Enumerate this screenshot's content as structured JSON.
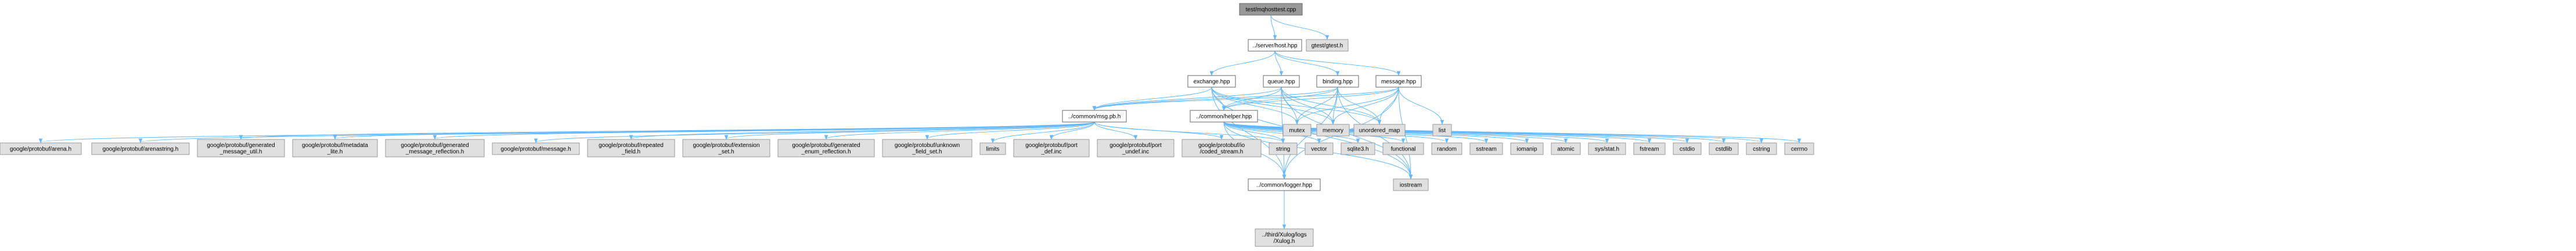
{
  "diagram": {
    "nodes": [
      {
        "id": "root",
        "label": "test/mqhosttest.cpp",
        "kind": "root"
      },
      {
        "id": "host",
        "label": "../server/host.hpp",
        "kind": "local"
      },
      {
        "id": "gtest",
        "label": "gtest/gtest.h",
        "kind": "ext"
      },
      {
        "id": "exchange",
        "label": "exchange.hpp",
        "kind": "local"
      },
      {
        "id": "queue",
        "label": "queue.hpp",
        "kind": "local"
      },
      {
        "id": "binding",
        "label": "binding.hpp",
        "kind": "local"
      },
      {
        "id": "message",
        "label": "message.hpp",
        "kind": "local"
      },
      {
        "id": "msgpb",
        "label": "../common/msg.pb.h",
        "kind": "local"
      },
      {
        "id": "helper",
        "label": "../common/helper.hpp",
        "kind": "local"
      },
      {
        "id": "mutex",
        "label": "mutex",
        "kind": "ext"
      },
      {
        "id": "memory",
        "label": "memory",
        "kind": "ext"
      },
      {
        "id": "umap",
        "label": "unordered_map",
        "kind": "ext"
      },
      {
        "id": "list",
        "label": "list",
        "kind": "ext"
      },
      {
        "id": "logger",
        "label": "../common/logger.hpp",
        "kind": "local"
      },
      {
        "id": "iostream",
        "label": "iostream",
        "kind": "ext"
      },
      {
        "id": "xulog",
        "label": "../third/Xulog/logs\n/Xulog.h",
        "kind": "ext"
      },
      {
        "id": "arena",
        "label": "google/protobuf/arena.h",
        "kind": "ext"
      },
      {
        "id": "arenastring",
        "label": "google/protobuf/arenastring.h",
        "kind": "ext"
      },
      {
        "id": "genmsgutil",
        "label": "google/protobuf/generated\n_message_util.h",
        "kind": "ext"
      },
      {
        "id": "metadatalite",
        "label": "google/protobuf/metadata\n_lite.h",
        "kind": "ext"
      },
      {
        "id": "genmsgrefl",
        "label": "google/protobuf/generated\n_message_reflection.h",
        "kind": "ext"
      },
      {
        "id": "pbmessage",
        "label": "google/protobuf/message.h",
        "kind": "ext"
      },
      {
        "id": "repeated",
        "label": "google/protobuf/repeated\n_field.h",
        "kind": "ext"
      },
      {
        "id": "extset",
        "label": "google/protobuf/extension\n_set.h",
        "kind": "ext"
      },
      {
        "id": "genenumrefl",
        "label": "google/protobuf/generated\n_enum_reflection.h",
        "kind": "ext"
      },
      {
        "id": "unknownfs",
        "label": "google/protobuf/unknown\n_field_set.h",
        "kind": "ext"
      },
      {
        "id": "limits",
        "label": "limits",
        "kind": "ext"
      },
      {
        "id": "portdef",
        "label": "google/protobuf/port\n_def.inc",
        "kind": "ext"
      },
      {
        "id": "portundef",
        "label": "google/protobuf/port\n_undef.inc",
        "kind": "ext"
      },
      {
        "id": "codedstream",
        "label": "google/protobuf/io\n/coded_stream.h",
        "kind": "ext"
      },
      {
        "id": "string",
        "label": "string",
        "kind": "ext"
      },
      {
        "id": "vector",
        "label": "vector",
        "kind": "ext"
      },
      {
        "id": "sqlite3",
        "label": "sqlite3.h",
        "kind": "ext"
      },
      {
        "id": "functional",
        "label": "functional",
        "kind": "ext"
      },
      {
        "id": "random",
        "label": "random",
        "kind": "ext"
      },
      {
        "id": "sstream",
        "label": "sstream",
        "kind": "ext"
      },
      {
        "id": "iomanip",
        "label": "iomanip",
        "kind": "ext"
      },
      {
        "id": "atomic",
        "label": "atomic",
        "kind": "ext"
      },
      {
        "id": "sysstat",
        "label": "sys/stat.h",
        "kind": "ext"
      },
      {
        "id": "fstream",
        "label": "fstream",
        "kind": "ext"
      },
      {
        "id": "cstdio",
        "label": "cstdio",
        "kind": "ext"
      },
      {
        "id": "cstdlib",
        "label": "cstdlib",
        "kind": "ext"
      },
      {
        "id": "cstring",
        "label": "cstring",
        "kind": "ext"
      },
      {
        "id": "cerrno",
        "label": "cerrno",
        "kind": "ext"
      }
    ],
    "edges": [
      [
        "root",
        "host"
      ],
      [
        "root",
        "gtest"
      ],
      [
        "host",
        "exchange"
      ],
      [
        "host",
        "queue"
      ],
      [
        "host",
        "binding"
      ],
      [
        "host",
        "message"
      ],
      [
        "exchange",
        "msgpb"
      ],
      [
        "exchange",
        "helper"
      ],
      [
        "exchange",
        "logger"
      ],
      [
        "exchange",
        "iostream"
      ],
      [
        "exchange",
        "umap"
      ],
      [
        "exchange",
        "mutex"
      ],
      [
        "exchange",
        "memory"
      ],
      [
        "queue",
        "msgpb"
      ],
      [
        "queue",
        "helper"
      ],
      [
        "queue",
        "logger"
      ],
      [
        "queue",
        "iostream"
      ],
      [
        "queue",
        "umap"
      ],
      [
        "queue",
        "mutex"
      ],
      [
        "queue",
        "memory"
      ],
      [
        "binding",
        "msgpb"
      ],
      [
        "binding",
        "helper"
      ],
      [
        "binding",
        "logger"
      ],
      [
        "binding",
        "iostream"
      ],
      [
        "binding",
        "umap"
      ],
      [
        "binding",
        "mutex"
      ],
      [
        "binding",
        "memory"
      ],
      [
        "message",
        "msgpb"
      ],
      [
        "message",
        "helper"
      ],
      [
        "message",
        "logger"
      ],
      [
        "message",
        "iostream"
      ],
      [
        "message",
        "umap"
      ],
      [
        "message",
        "mutex"
      ],
      [
        "message",
        "memory"
      ],
      [
        "message",
        "list"
      ],
      [
        "msgpb",
        "limits"
      ],
      [
        "msgpb",
        "string"
      ],
      [
        "msgpb",
        "portdef"
      ],
      [
        "msgpb",
        "portundef"
      ],
      [
        "msgpb",
        "codedstream"
      ],
      [
        "msgpb",
        "arena"
      ],
      [
        "msgpb",
        "arenastring"
      ],
      [
        "msgpb",
        "genmsgutil"
      ],
      [
        "msgpb",
        "metadatalite"
      ],
      [
        "msgpb",
        "genmsgrefl"
      ],
      [
        "msgpb",
        "pbmessage"
      ],
      [
        "msgpb",
        "repeated"
      ],
      [
        "msgpb",
        "extset"
      ],
      [
        "msgpb",
        "genenumrefl"
      ],
      [
        "msgpb",
        "unknownfs"
      ],
      [
        "helper",
        "string"
      ],
      [
        "helper",
        "vector"
      ],
      [
        "helper",
        "sqlite3"
      ],
      [
        "helper",
        "functional"
      ],
      [
        "helper",
        "random"
      ],
      [
        "helper",
        "sstream"
      ],
      [
        "helper",
        "iomanip"
      ],
      [
        "helper",
        "atomic"
      ],
      [
        "helper",
        "sysstat"
      ],
      [
        "helper",
        "fstream"
      ],
      [
        "helper",
        "cstdio"
      ],
      [
        "helper",
        "cstdlib"
      ],
      [
        "helper",
        "cstring"
      ],
      [
        "helper",
        "cerrno"
      ],
      [
        "helper",
        "logger"
      ],
      [
        "helper",
        "iostream"
      ],
      [
        "logger",
        "xulog"
      ]
    ]
  }
}
